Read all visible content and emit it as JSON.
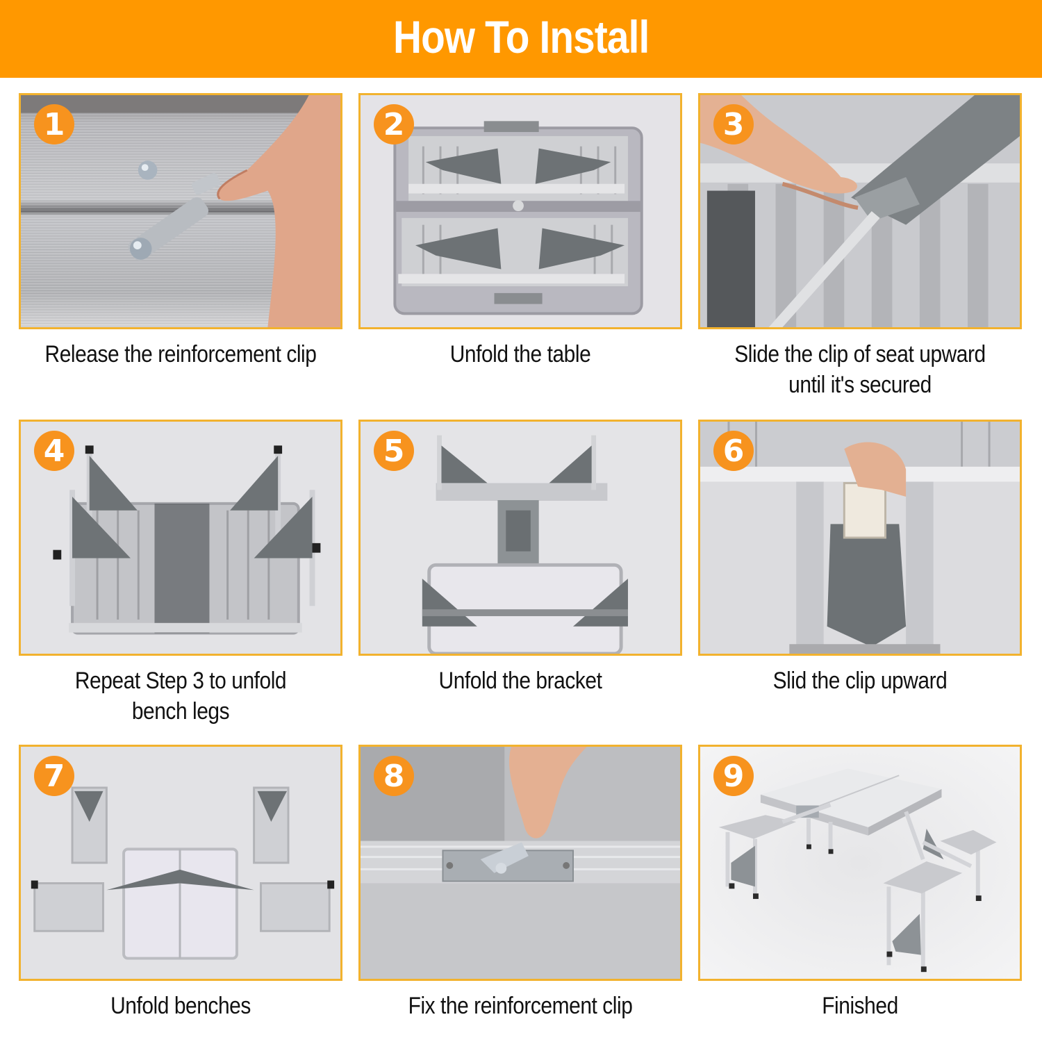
{
  "header": {
    "title": "How To Install",
    "background_color": "#FF9800",
    "text_color": "#FFFFFF"
  },
  "theme": {
    "panel_border_color": "#F2B22E",
    "badge_color": "#F7931E",
    "caption_color": "#111111"
  },
  "steps": [
    {
      "number": "1",
      "caption": "Release the reinforcement clip",
      "image": "hand releasing metal clip on brushed aluminum rail"
    },
    {
      "number": "2",
      "caption": "Unfold the table",
      "image": "folded aluminum table case opened showing gray bench brackets"
    },
    {
      "number": "3",
      "caption": "Slide the clip of seat upward until it's secured",
      "image": "hand sliding gray plastic clip on seat bracket"
    },
    {
      "number": "4",
      "caption": "Repeat Step 3 to unfold bench legs",
      "image": "table with four bench legs unfolded upward"
    },
    {
      "number": "5",
      "caption": "Unfold the bracket",
      "image": "central bracket unfolded between two halves"
    },
    {
      "number": "6",
      "caption": "Slid the clip upward",
      "image": "hand sliding clip upward on central leg bracket"
    },
    {
      "number": "7",
      "caption": "Unfold benches",
      "image": "benches unfolded outward on both sides of table"
    },
    {
      "number": "8",
      "caption": "Fix the reinforcement clip",
      "image": "fingers fixing reinforcement clip on table edge"
    },
    {
      "number": "9",
      "caption": "Finished",
      "image": "assembled aluminum picnic table with four attached seats"
    }
  ]
}
